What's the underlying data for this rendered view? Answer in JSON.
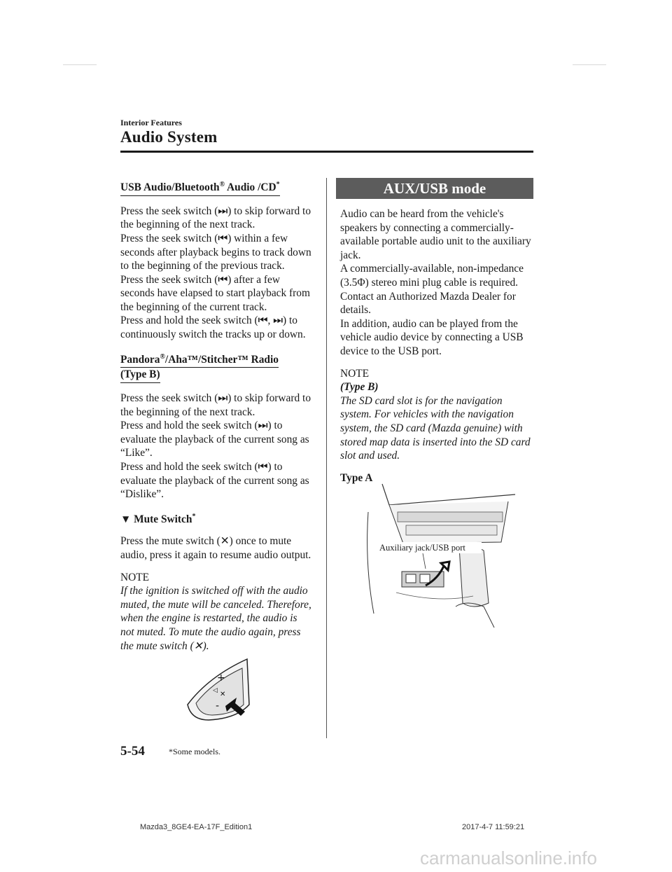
{
  "header": {
    "section": "Interior Features",
    "title": "Audio System"
  },
  "left": {
    "usb_heading": "USB Audio/Bluetooth",
    "usb_heading_reg": "®",
    "usb_heading_tail": " Audio /CD",
    "usb_heading_star": "*",
    "usb_p1": "Press the seek switch (⏭) to skip forward to the beginning of the next track.",
    "usb_p2": "Press the seek switch (⏮) within a few seconds after playback begins to track down to the beginning of the previous track.",
    "usb_p3": "Press the seek switch (⏮) after a few seconds have elapsed to start playback from the beginning of the current track.",
    "usb_p4": "Press and hold the seek switch (⏮, ⏭) to continuously switch the tracks up or down.",
    "pandora_heading_a": "Pandora",
    "pandora_heading_reg": "®",
    "pandora_heading_b": "/Aha™/Stitcher™ Radio",
    "pandora_heading_c": "(Type B)",
    "pandora_p1": "Press the seek switch (⏭) to skip forward to the beginning of the next track.",
    "pandora_p2": "Press and hold the seek switch (⏭) to evaluate the playback of the current song as “Like”.",
    "pandora_p3": "Press and hold the seek switch (⏮) to evaluate the playback of the current song as “Dislike”.",
    "mute_heading": "▼ Mute Switch",
    "mute_star": "*",
    "mute_p1": "Press the mute switch (✕) once to mute audio, press it again to resume audio output.",
    "note_label": "NOTE",
    "note_body": "If the ignition is switched off with the audio muted, the mute will be canceled. Therefore, when the engine is restarted, the audio is not muted. To mute the audio again, press the mute switch (✕)."
  },
  "right": {
    "bar_title": "AUX/USB mode",
    "p1": "Audio can be heard from the vehicle's speakers by connecting a commercially-available portable audio unit to the auxiliary jack.",
    "p2": "A commercially-available, non-impedance (3.5Φ) stereo mini plug cable is required.",
    "p3": "Contact an Authorized Mazda Dealer for details.",
    "p4": "In addition, audio can be played from the vehicle audio device by connecting a USB device to the USB port.",
    "note_label": "NOTE",
    "note_type": "(Type B)",
    "note_body": "The SD card slot is for the navigation system. For vehicles with the navigation system, the SD card (Mazda genuine) with stored map data is inserted into the SD card slot and used.",
    "type_label": "Type A",
    "figure_callout": "Auxiliary jack/USB port"
  },
  "footer": {
    "page_number": "5-54",
    "footnote": "*Some models.",
    "doc_id": "Mazda3_8GE4-EA-17F_Edition1",
    "timestamp": "2017-4-7 11:59:21",
    "watermark": "carmanualsonline.info"
  }
}
